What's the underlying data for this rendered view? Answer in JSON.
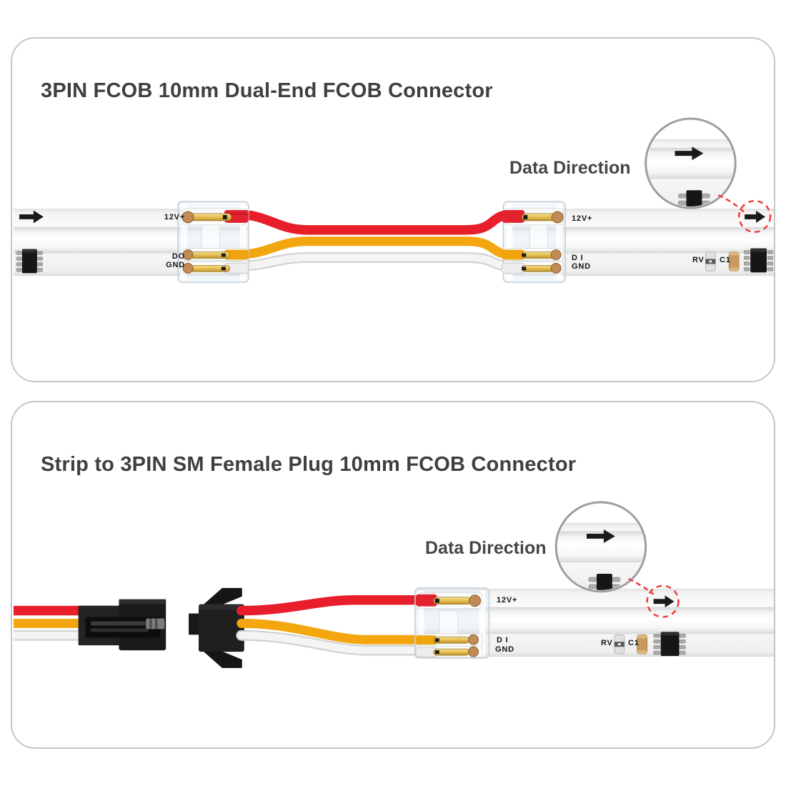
{
  "panel1": {
    "title": "3PIN FCOB 10mm Dual-End FCOB Connector",
    "annotation": "Data Direction",
    "left_connector": {
      "pin_power": "12V+",
      "pin_data": "DO",
      "pin_ground": "GND"
    },
    "right_connector": {
      "pin_power": "12V+",
      "pin_data": "D I",
      "pin_ground": "GND"
    },
    "pcb": {
      "resistor": "RV",
      "capacitor": "C1"
    }
  },
  "panel2": {
    "title": "Strip to 3PIN SM Female Plug 10mm FCOB Connector",
    "annotation": "Data Direction",
    "strip_connector": {
      "pin_power": "12V+",
      "pin_data": "D I",
      "pin_ground": "GND"
    },
    "pcb": {
      "resistor": "RV",
      "capacitor": "C1"
    }
  },
  "colors": {
    "wire_red": "#e81e2b",
    "wire_yellow": "#f3a60f",
    "wire_white": "#f2f2f2",
    "marker_red": "#ee3b3c",
    "title_text": "#3f3f3f"
  }
}
